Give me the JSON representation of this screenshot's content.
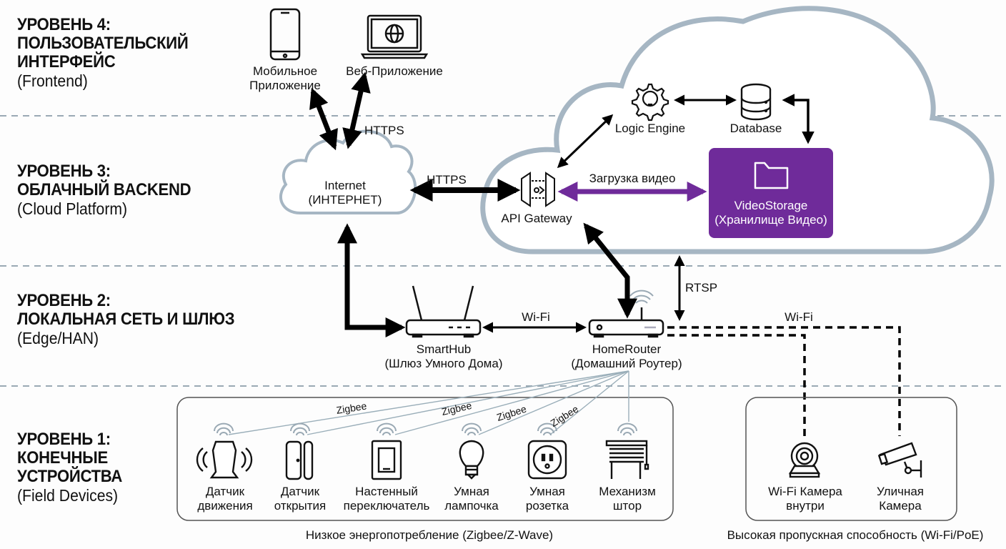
{
  "levels": [
    {
      "title_lines": [
        "УРОВЕНЬ 4:",
        "ПОЛЬЗОВАТЕЛЬСКИЙ",
        "ИНТЕРФЕЙС"
      ],
      "subtitle": "(Frontend)"
    },
    {
      "title_lines": [
        "УРОВЕНЬ 3:",
        "ОБЛАЧНЫЙ BACKEND"
      ],
      "subtitle": "(Cloud Platform)"
    },
    {
      "title_lines": [
        "УРОВЕНЬ 2:",
        "ЛОКАЛЬНАЯ СЕТЬ И ШЛЮЗ"
      ],
      "subtitle": "(Edge/HAN)"
    },
    {
      "title_lines": [
        "УРОВЕНЬ 1:",
        "КОНЕЧНЫЕ",
        "УСТРОЙСТВА"
      ],
      "subtitle": "(Field Devices)"
    }
  ],
  "frontend": {
    "mobile_app": [
      "Мобильное",
      "Приложение"
    ],
    "web_app": "Веб-Приложение",
    "link_label": "HTTPS"
  },
  "cloud": {
    "internet": [
      "Internet",
      "(ИНТЕРНЕТ)"
    ],
    "internet_link": "HTTPS",
    "api_gateway": "API Gateway",
    "logic_engine": "Logic Engine",
    "database": "Database",
    "video_upload": "Загрузка видео",
    "video_storage": [
      "VideoStorage",
      "(Хранилище Видео)"
    ],
    "accent_color": "#6f2b9a"
  },
  "edge": {
    "smarthub": [
      "SmartHub",
      "(Шлюз Умного Дома)"
    ],
    "homerouter": [
      "HomeRouter",
      "(Домашний Роутер)"
    ],
    "hub_router_link": "Wi-Fi",
    "rtsp_link": "RTSP",
    "camera_link": "Wi-Fi"
  },
  "devices": {
    "zigbee_label": "Zigbee",
    "low_power": [
      {
        "name": [
          "Датчик",
          "движения"
        ],
        "icon": "motion-sensor-icon"
      },
      {
        "name": [
          "Датчик",
          "открытия"
        ],
        "icon": "door-sensor-icon"
      },
      {
        "name": [
          "Настенный",
          "переключатель"
        ],
        "icon": "wall-switch-icon"
      },
      {
        "name": [
          "Умная",
          "лампочка"
        ],
        "icon": "light-bulb-icon"
      },
      {
        "name": [
          "Умная",
          "розетка"
        ],
        "icon": "smart-plug-icon"
      },
      {
        "name": [
          "Механизм",
          "штор"
        ],
        "icon": "blinds-icon"
      }
    ],
    "low_power_caption": "Низкое энергопотребление (Zigbee/Z-Wave)",
    "high_bw": [
      {
        "name": [
          "Wi-Fi Камера",
          "внутри"
        ],
        "icon": "indoor-camera-icon"
      },
      {
        "name": [
          "Уличная",
          "Камера"
        ],
        "icon": "outdoor-camera-icon"
      }
    ],
    "high_bw_caption": "Высокая пропускная способность (Wi-Fi/PoE)"
  }
}
